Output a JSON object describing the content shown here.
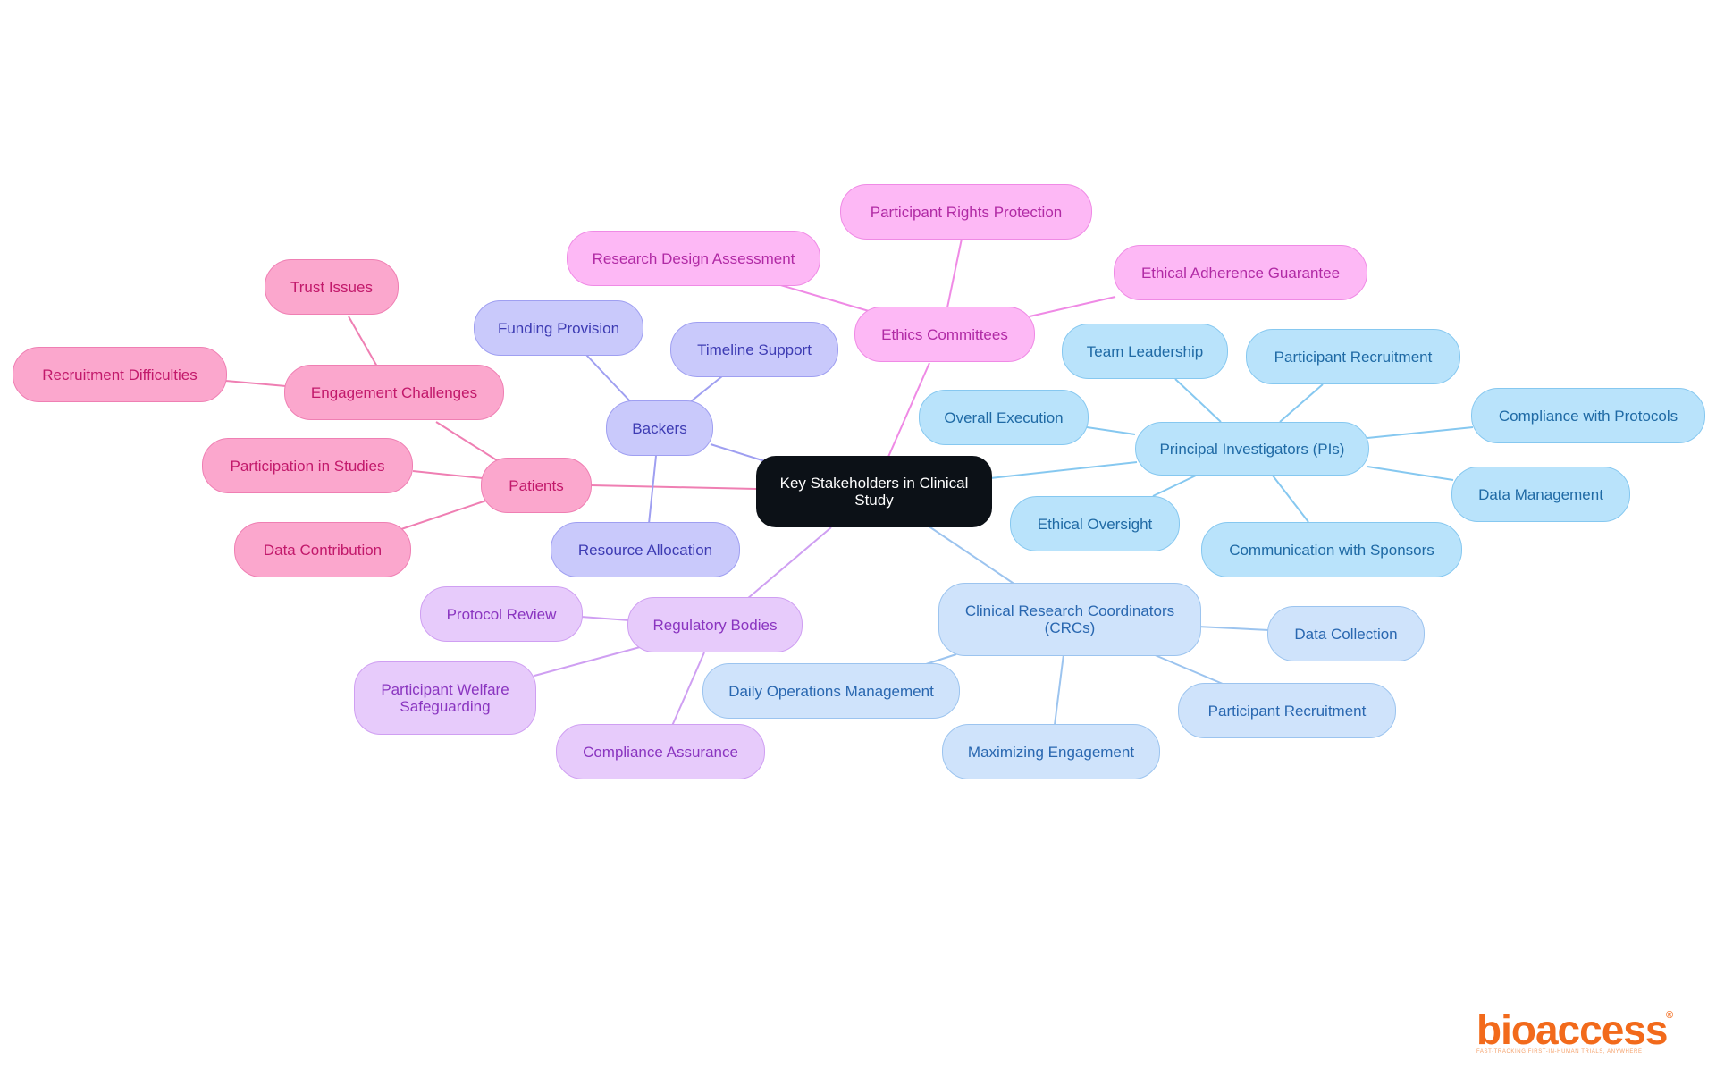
{
  "diagram": {
    "center": "Key Stakeholders in Clinical Study",
    "branches": {
      "principal_investigators": {
        "label": "Principal Investigators (PIs)",
        "color": "#86c8f0",
        "children": [
          "Team Leadership",
          "Participant Recruitment",
          "Overall Execution",
          "Compliance with Protocols",
          "Data Management",
          "Ethical Oversight",
          "Communication with Sponsors"
        ]
      },
      "crcs": {
        "label": "Clinical Research Coordinators (CRCs)",
        "color": "#9cc4ef",
        "children": [
          "Data Collection",
          "Daily Operations Management",
          "Participant Recruitment",
          "Maximizing Engagement"
        ]
      },
      "ethics": {
        "label": "Ethics Committees",
        "color": "#ef8ae5",
        "children": [
          "Participant Rights Protection",
          "Research Design Assessment",
          "Ethical Adherence Guarantee"
        ]
      },
      "backers": {
        "label": "Backers",
        "color": "#9f9ff1",
        "children": [
          "Funding Provision",
          "Timeline Support",
          "Resource Allocation"
        ]
      },
      "patients": {
        "label": "Patients",
        "color": "#ef7fb3",
        "children": [
          "Participation in Studies",
          "Data Contribution"
        ],
        "engagement": {
          "label": "Engagement Challenges",
          "children": [
            "Trust Issues",
            "Recruitment Difficulties"
          ]
        }
      },
      "regulatory": {
        "label": "Regulatory Bodies",
        "color": "#cf9ff2",
        "children": [
          "Protocol Review",
          "Participant Welfare Safeguarding",
          "Compliance Assurance"
        ]
      }
    }
  },
  "logo": {
    "wordmark": "bioaccess",
    "registered": "®",
    "tagline": "FAST-TRACKING FIRST-IN-HUMAN TRIALS, ANYWHERE"
  }
}
